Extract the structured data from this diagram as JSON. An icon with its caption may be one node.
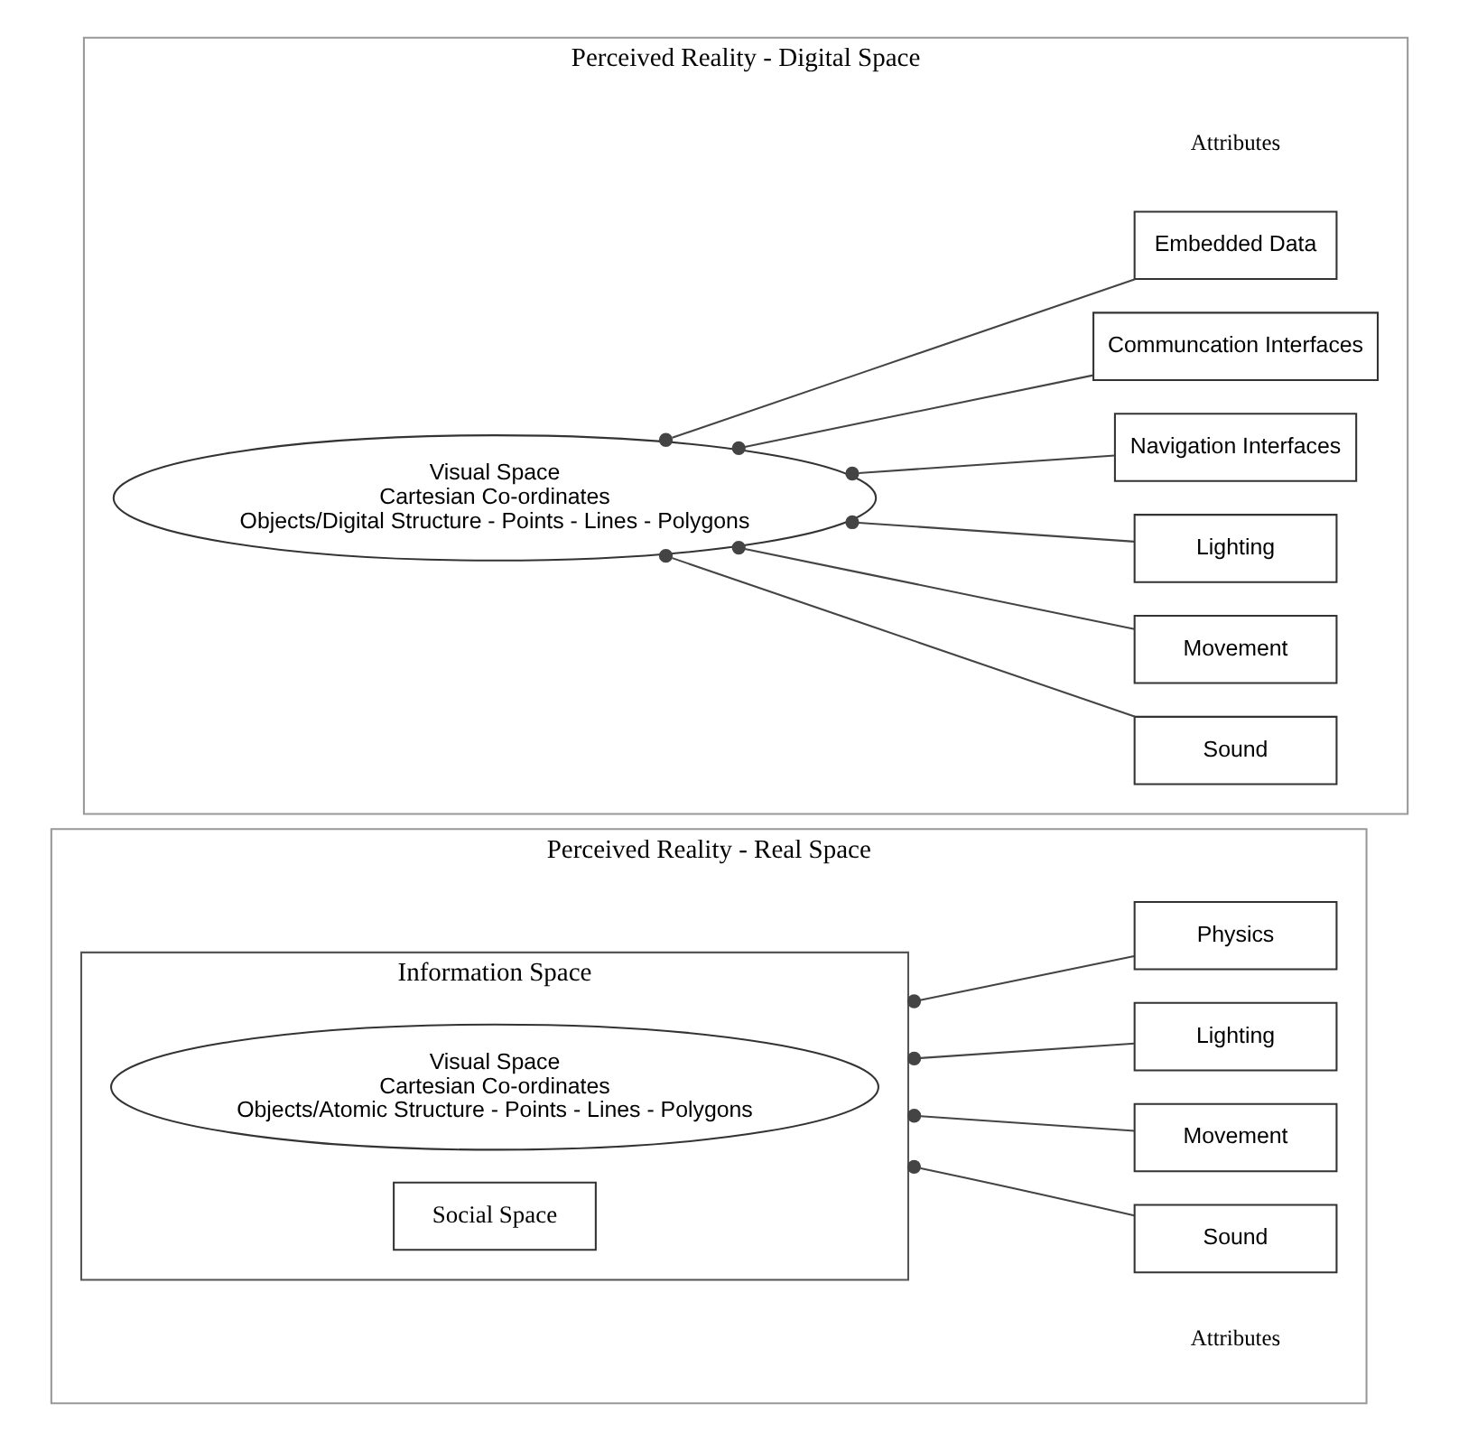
{
  "diagram": {
    "nodes": [
      {
        "text": [
          "Perceived Reality - Real Space"
        ]
      },
      {
        "text": [
          "Information Space"
        ],
        "in": 0
      },
      {
        "text": [
          "Visual Space",
          "Cartesian Co-ordinates",
          "Objects/Atomic Structure - Points - Lines - Polygons"
        ],
        "in": 1
      },
      {
        "text": [
          "Social Space"
        ],
        "in": 1
      },
      {
        "text": [
          "Sound"
        ],
        "in": 0
      },
      {
        "text": [
          "Movement"
        ],
        "in": 0
      },
      {
        "text": [
          "Lighting"
        ],
        "in": 0
      },
      {
        "text": [
          "Physics"
        ],
        "in": 0
      },
      {
        "text": [
          "Perceived Reality - Digital Space"
        ]
      },
      {
        "text": [
          "Visual Space",
          "Cartesian Co-ordinates",
          "Objects/Digital Structure - Points - Lines - Polygons"
        ],
        "in": 8
      },
      {
        "text": [
          "Sound"
        ],
        "in": 8
      },
      {
        "text": [
          "Movement"
        ],
        "in": 8
      },
      {
        "text": [
          "Lighting"
        ],
        "in": 8
      },
      {
        "text": [
          "Navigation Interfaces"
        ],
        "in": 8
      },
      {
        "text": [
          "Communcation Interfaces"
        ],
        "in": 8
      },
      {
        "text": [
          "Embedded Data"
        ],
        "in": 8
      }
    ],
    "edges": [
      {
        "from": 1,
        "to": 4,
        "arrow": "other"
      },
      {
        "from": 1,
        "to": 5,
        "arrow": "other"
      },
      {
        "from": 1,
        "to": 6,
        "arrow": "other"
      },
      {
        "from": 1,
        "to": 7,
        "arrow": "other"
      },
      {
        "from": 9,
        "to": 10,
        "arrow": "other"
      },
      {
        "from": 9,
        "to": 11,
        "arrow": "other"
      },
      {
        "from": 9,
        "to": 12,
        "arrow": "other"
      },
      {
        "from": 9,
        "to": 13,
        "arrow": "other"
      },
      {
        "from": 9,
        "to": 14,
        "arrow": "other"
      },
      {
        "from": 9,
        "to": 15,
        "arrow": "other"
      }
    ],
    "labels": [
      "Attributes",
      "Attributes"
    ]
  }
}
